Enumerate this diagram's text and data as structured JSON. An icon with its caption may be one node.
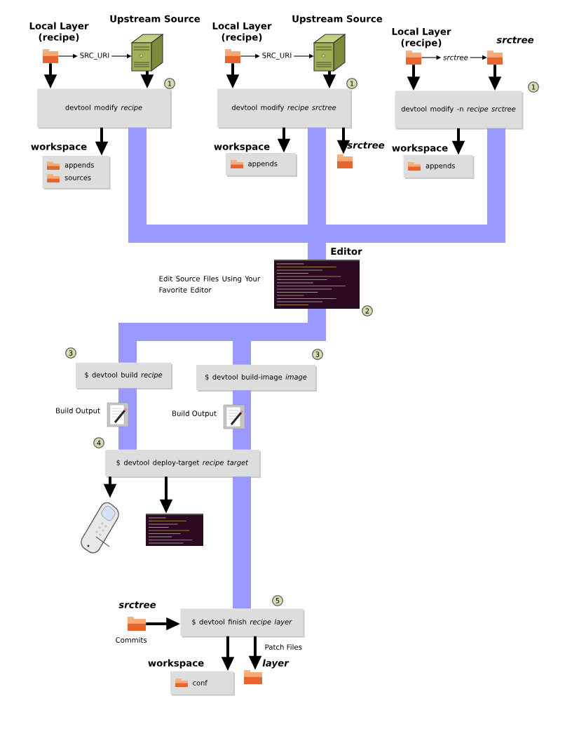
{
  "diagram": {
    "nodes": [
      {
        "text": [
          "Local Layer (recipe)"
        ]
      },
      {
        "text": [
          "SRC_URI"
        ]
      },
      {
        "text": [
          "Upstream Source"
        ]
      },
      {
        "text": [
          "devtool modify *recipe*"
        ]
      },
      {
        "text": [
          "workspace",
          "appends",
          "sources"
        ]
      },
      {
        "text": [
          "Local Layer (recipe)"
        ]
      },
      {
        "text": [
          "SRC_URI"
        ]
      },
      {
        "text": [
          "Upstream Source"
        ]
      },
      {
        "text": [
          "devtool modify *recipe srctree*"
        ]
      },
      {
        "text": [
          "workspace",
          "appends"
        ]
      },
      {
        "text": [
          "srctree"
        ]
      },
      {
        "text": [
          "Local Layer (recipe)"
        ]
      },
      {
        "text": [
          "srctree"
        ]
      },
      {
        "text": [
          "srctree"
        ]
      },
      {
        "text": [
          "devtool modify -n *recipe srctree*"
        ]
      },
      {
        "text": [
          "workspace",
          "appends"
        ]
      },
      {
        "text": [
          "Editor"
        ],
        "beside": [
          "Edit Source Files Using Your Favorite Editor"
        ]
      },
      {
        "text": [
          "$ devtool build *recipe*"
        ]
      },
      {
        "text": [
          "$ devtool build-image *image*"
        ]
      },
      {
        "text": [
          "$ devtool deploy-target *recipe target*"
        ]
      },
      {
        "text": [],
        "shape": "picture"
      },
      {
        "text": [],
        "shape": "picture"
      },
      {
        "text": [
          "$ devtool finish *recipe layer*"
        ]
      },
      {
        "text": [
          "srctree"
        ],
        "beside": [
          "Commits"
        ]
      },
      {
        "text": [
          "workspace",
          "conf"
        ]
      },
      {
        "text": [
          "layer"
        ]
      }
    ],
    "edges": [
      {
        "from": 0,
        "to": 1,
        "arrow": "to"
      },
      {
        "from": 1,
        "to": 2,
        "arrow": "to"
      },
      {
        "from": 0,
        "to": 3,
        "arrow": "to"
      },
      {
        "from": 2,
        "to": 3,
        "arrow": "to"
      },
      {
        "from": 3,
        "to": 4,
        "arrow": "to"
      },
      {
        "from": 5,
        "to": 6,
        "arrow": "to"
      },
      {
        "from": 6,
        "to": 7,
        "arrow": "to"
      },
      {
        "from": 5,
        "to": 8,
        "arrow": "to"
      },
      {
        "from": 7,
        "to": 8,
        "arrow": "to"
      },
      {
        "from": 8,
        "to": 9,
        "arrow": "to"
      },
      {
        "from": 8,
        "to": 10,
        "arrow": "to"
      },
      {
        "from": 11,
        "to": 12,
        "arrow": "to"
      },
      {
        "from": 12,
        "to": 13,
        "arrow": "to"
      },
      {
        "from": 11,
        "to": 14,
        "arrow": "to"
      },
      {
        "from": 13,
        "to": 14,
        "arrow": "to"
      },
      {
        "from": 14,
        "to": 15,
        "arrow": "to"
      },
      {
        "from": 3,
        "to": 16,
        "arrow": "none",
        "style": "thick",
        "color": "#9999ff"
      },
      {
        "from": 8,
        "to": 16,
        "arrow": "none",
        "style": "thick",
        "color": "#9999ff"
      },
      {
        "from": 14,
        "to": 16,
        "arrow": "none",
        "style": "thick",
        "color": "#9999ff"
      },
      {
        "from": 16,
        "to": 17,
        "arrow": "none",
        "style": "thick",
        "color": "#9999ff"
      },
      {
        "from": 16,
        "to": 18,
        "arrow": "none",
        "style": "thick",
        "color": "#9999ff"
      },
      {
        "from": 17,
        "to": 19,
        "arrow": "none",
        "style": "thick",
        "color": "#9999ff"
      },
      {
        "from": 18,
        "to": 19,
        "arrow": "none",
        "style": "thick",
        "color": "#9999ff"
      },
      {
        "from": 19,
        "to": 22,
        "arrow": "none",
        "style": "thick",
        "color": "#9999ff"
      },
      {
        "from": 19,
        "to": 20,
        "arrow": "to"
      },
      {
        "from": 19,
        "to": 21,
        "arrow": "to"
      },
      {
        "from": 23,
        "to": 22,
        "arrow": "to"
      },
      {
        "from": 22,
        "to": 24,
        "arrow": "to"
      },
      {
        "from": 22,
        "to": 25,
        "arrow": "to",
        "label": "Patch Files"
      }
    ],
    "labels": [
      "1",
      "1",
      "1",
      "2",
      "3",
      "3",
      "Build Output",
      "Build Output",
      "4",
      "5"
    ]
  }
}
